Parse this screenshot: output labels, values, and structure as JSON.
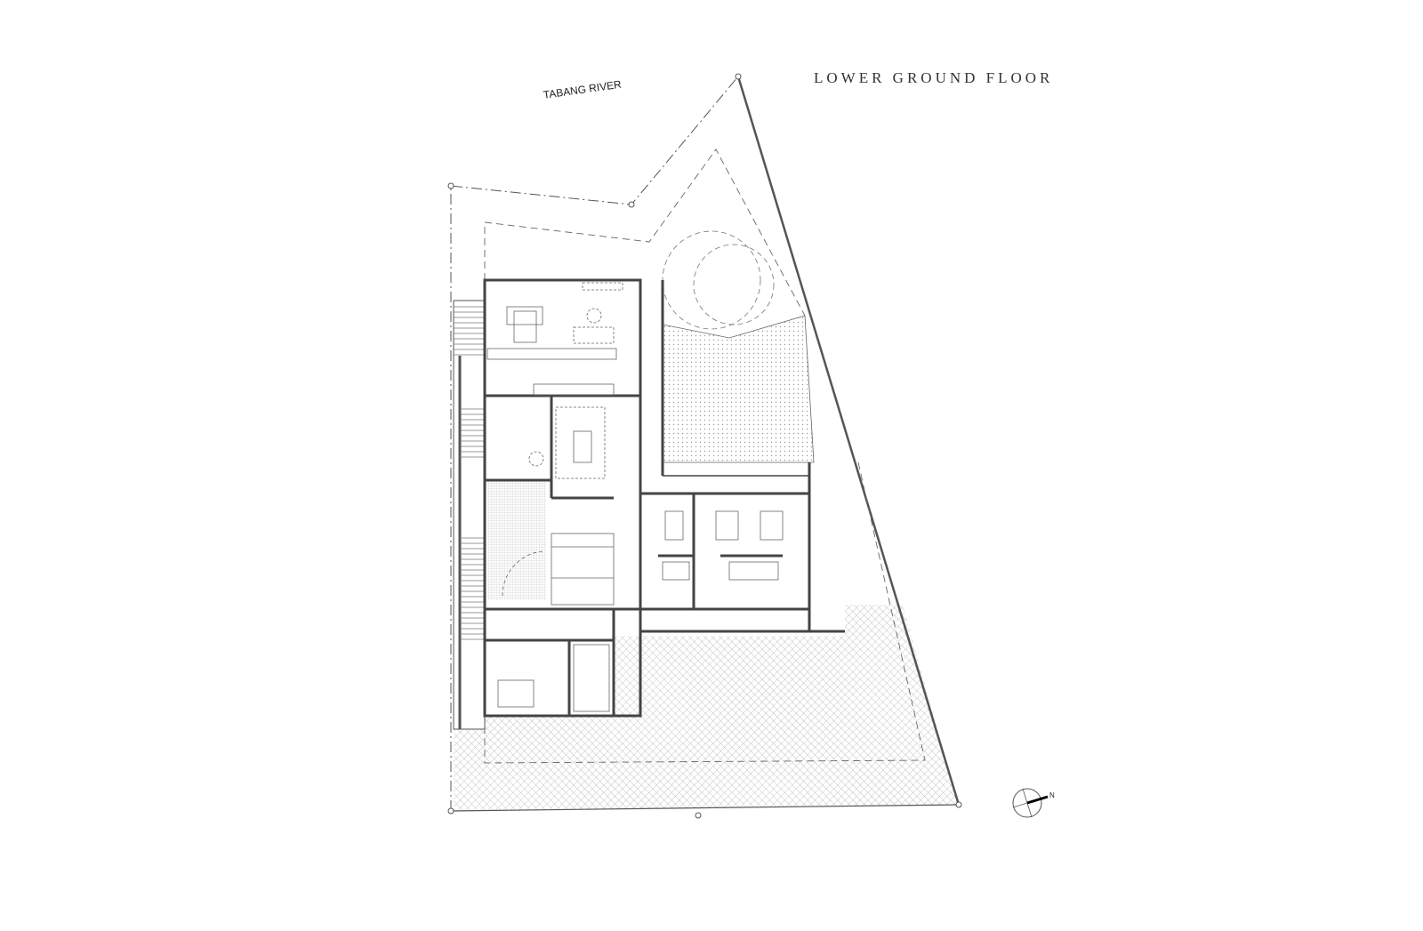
{
  "drawing": {
    "title": "LOWER GROUND FLOOR",
    "river_label": "TABANG RIVER",
    "north_label": "N"
  },
  "colors": {
    "line": "#444444",
    "hatch": "#9a9a9a",
    "background": "#ffffff"
  }
}
